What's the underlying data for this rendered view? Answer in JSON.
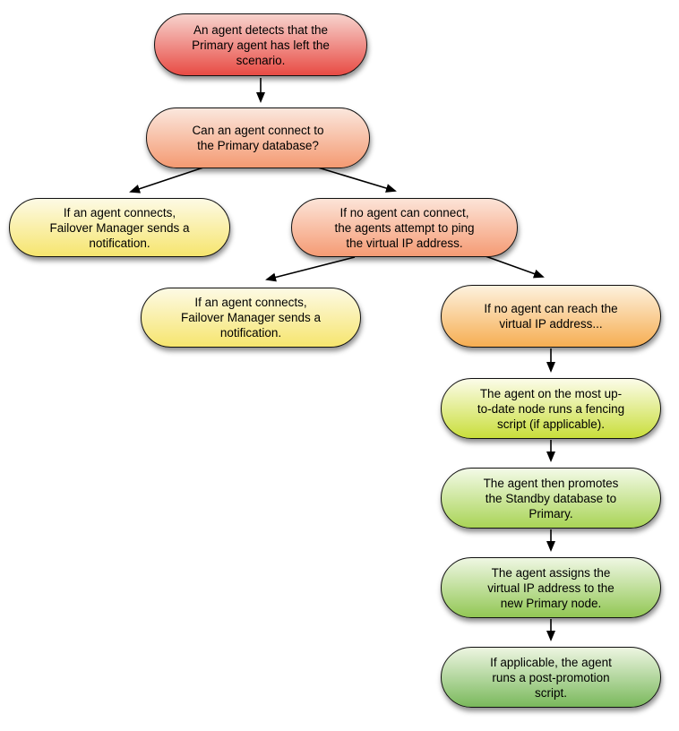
{
  "nodes": [
    {
      "id": "detect-primary-left",
      "label": "An agent detects that the\nPrimary agent has left the\nscenario.",
      "color_top": "#f7d3cd",
      "color_bottom": "#e84b44"
    },
    {
      "id": "can-connect-primary-db",
      "label": "Can an agent connect to\nthe Primary database?",
      "color_top": "#fbe7dd",
      "color_bottom": "#f49a72"
    },
    {
      "id": "agent-connects-notification-1",
      "label": "If an agent connects,\nFailover Manager sends a\nnotification.",
      "color_top": "#fdfae5",
      "color_bottom": "#f6e56e"
    },
    {
      "id": "no-connect-ping-vip",
      "label": "If no agent can connect,\nthe agents attempt to ping\nthe virtual IP address.",
      "color_top": "#fce4d8",
      "color_bottom": "#f59b74"
    },
    {
      "id": "agent-connects-notification-2",
      "label": "If an agent connects,\nFailover Manager sends a\nnotification.",
      "color_top": "#fdfae5",
      "color_bottom": "#f6e56e"
    },
    {
      "id": "no-reach-vip",
      "label": "If no agent can reach the\nvirtual IP address...",
      "color_top": "#fdf2de",
      "color_bottom": "#f6ae52"
    },
    {
      "id": "fencing-script",
      "label": "The agent on the most up-\nto-date node runs a fencing\nscript (if applicable).",
      "color_top": "#fcfce9",
      "color_bottom": "#c9de3b"
    },
    {
      "id": "promote-standby",
      "label": "The agent then promotes\nthe Standby database to\nPrimary.",
      "color_top": "#f3fae7",
      "color_bottom": "#a9d456"
    },
    {
      "id": "assign-vip",
      "label": "The agent assigns the\nvirtual IP address to the\nnew Primary node.",
      "color_top": "#eff7e3",
      "color_bottom": "#92c754"
    },
    {
      "id": "post-promotion-script",
      "label": "If applicable, the agent\nruns a post-promotion\nscript.",
      "color_top": "#edf5e1",
      "color_bottom": "#7ab95c"
    }
  ],
  "edges": [
    {
      "from": "detect-primary-left",
      "to": "can-connect-primary-db"
    },
    {
      "from": "can-connect-primary-db",
      "to": "agent-connects-notification-1"
    },
    {
      "from": "can-connect-primary-db",
      "to": "no-connect-ping-vip"
    },
    {
      "from": "no-connect-ping-vip",
      "to": "agent-connects-notification-2"
    },
    {
      "from": "no-connect-ping-vip",
      "to": "no-reach-vip"
    },
    {
      "from": "no-reach-vip",
      "to": "fencing-script"
    },
    {
      "from": "fencing-script",
      "to": "promote-standby"
    },
    {
      "from": "promote-standby",
      "to": "assign-vip"
    },
    {
      "from": "assign-vip",
      "to": "post-promotion-script"
    }
  ],
  "colors": {
    "stroke": "#000000",
    "background": "#ffffff"
  }
}
